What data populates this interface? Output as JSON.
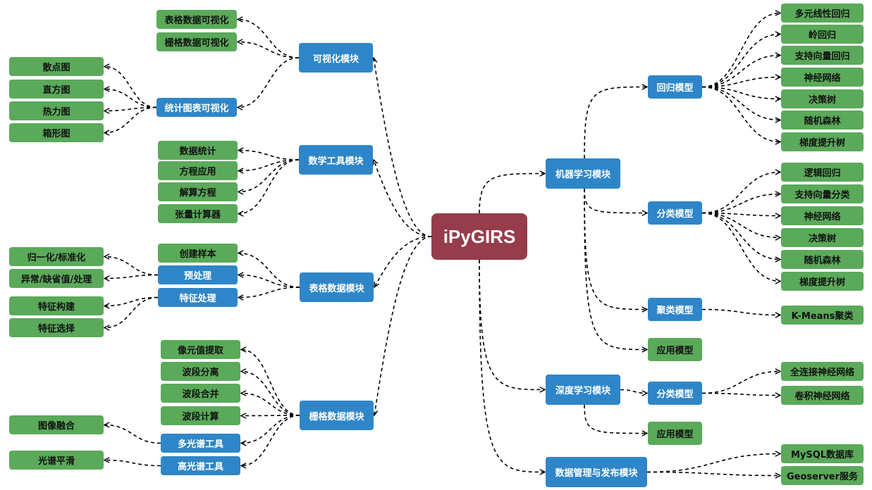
{
  "root": "iPyGIRS",
  "left": {
    "visualization": {
      "label": "可视化模块",
      "table_vis": "表格数据可视化",
      "raster_vis": "栅格数据可视化",
      "stat_chart": {
        "label": "统计图表可视化",
        "items": [
          "散点图",
          "直方图",
          "热力图",
          "箱形图"
        ]
      }
    },
    "math": {
      "label": "数学工具模块",
      "items": [
        "数据统计",
        "方程应用",
        "解算方程",
        "张量计算器"
      ]
    },
    "table": {
      "label": "表格数据模块",
      "create_sample": "创建样本",
      "preprocess": {
        "label": "预处理",
        "items": [
          "归一化/标准化",
          "异常/缺省值/处理"
        ]
      },
      "feature": {
        "label": "特征处理",
        "items": [
          "特征构建",
          "特征选择"
        ]
      }
    },
    "raster": {
      "label": "栅格数据模块",
      "items": [
        "像元值提取",
        "波段分离",
        "波段合并",
        "波段计算"
      ],
      "multispectral": {
        "label": "多光谱工具",
        "item": "图像融合"
      },
      "hyperspectral": {
        "label": "高光谱工具",
        "item": "光谱平滑"
      }
    }
  },
  "right": {
    "ml": {
      "label": "机器学习模块",
      "regression": {
        "label": "回归模型",
        "items": [
          "多元线性回归",
          "岭回归",
          "支持向量回归",
          "神经网络",
          "决策树",
          "随机森林",
          "梯度提升树"
        ]
      },
      "classification": {
        "label": "分类模型",
        "items": [
          "逻辑回归",
          "支持向量分类",
          "神经网络",
          "决策树",
          "随机森林",
          "梯度提升树"
        ]
      },
      "clustering": {
        "label": "聚类模型",
        "items": [
          "K-Means聚类"
        ]
      },
      "application": {
        "label": "应用模型"
      }
    },
    "dl": {
      "label": "深度学习模块",
      "classification": {
        "label": "分类模型",
        "items": [
          "全连接神经网络",
          "卷积神经网络"
        ]
      },
      "application": {
        "label": "应用模型"
      }
    },
    "data_mgmt": {
      "label": "数据管理与发布模块",
      "items": [
        "MySQL数据库",
        "Geoserver服务"
      ]
    }
  },
  "colors": {
    "root": "#963c4b",
    "module": "#2e86c8",
    "leaf": "#5aaa5a",
    "edge": "#000000"
  }
}
